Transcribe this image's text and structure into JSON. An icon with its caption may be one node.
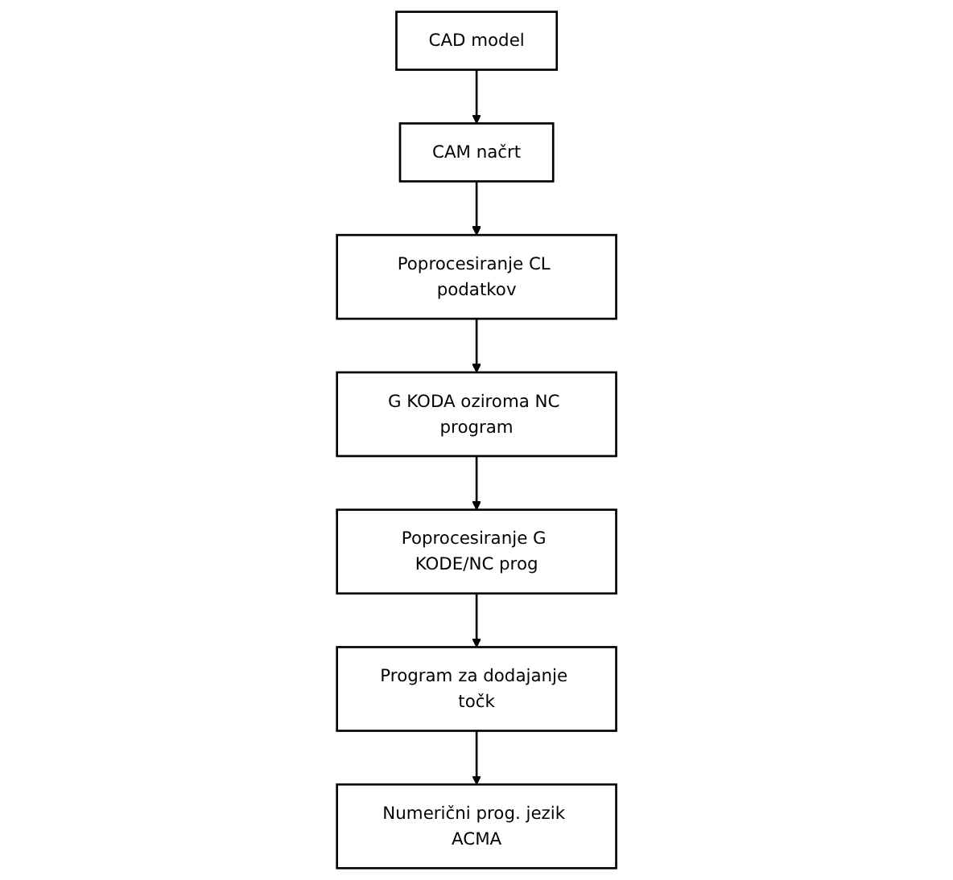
{
  "diagram": {
    "nodes": [
      {
        "text": [
          "CAD model"
        ]
      },
      {
        "text": [
          "CAM načrt"
        ]
      },
      {
        "text": [
          "Poprocesiranje CL podatkov"
        ]
      },
      {
        "text": [
          "G KODA oziroma NC program"
        ]
      },
      {
        "text": [
          "Poprocesiranje G KODE/NC prog"
        ]
      },
      {
        "text": [
          "Program za dodajanje točk"
        ]
      },
      {
        "text": [
          "Numerični prog. jezik ACMA"
        ]
      }
    ],
    "edges": [
      {
        "from": 0,
        "to": 1,
        "arrow": "to"
      },
      {
        "from": 1,
        "to": 2,
        "arrow": "to"
      },
      {
        "from": 2,
        "to": 3,
        "arrow": "to"
      },
      {
        "from": 3,
        "to": 4,
        "arrow": "to"
      },
      {
        "from": 4,
        "to": 5,
        "arrow": "to"
      },
      {
        "from": 5,
        "to": 6,
        "arrow": "to"
      }
    ]
  }
}
